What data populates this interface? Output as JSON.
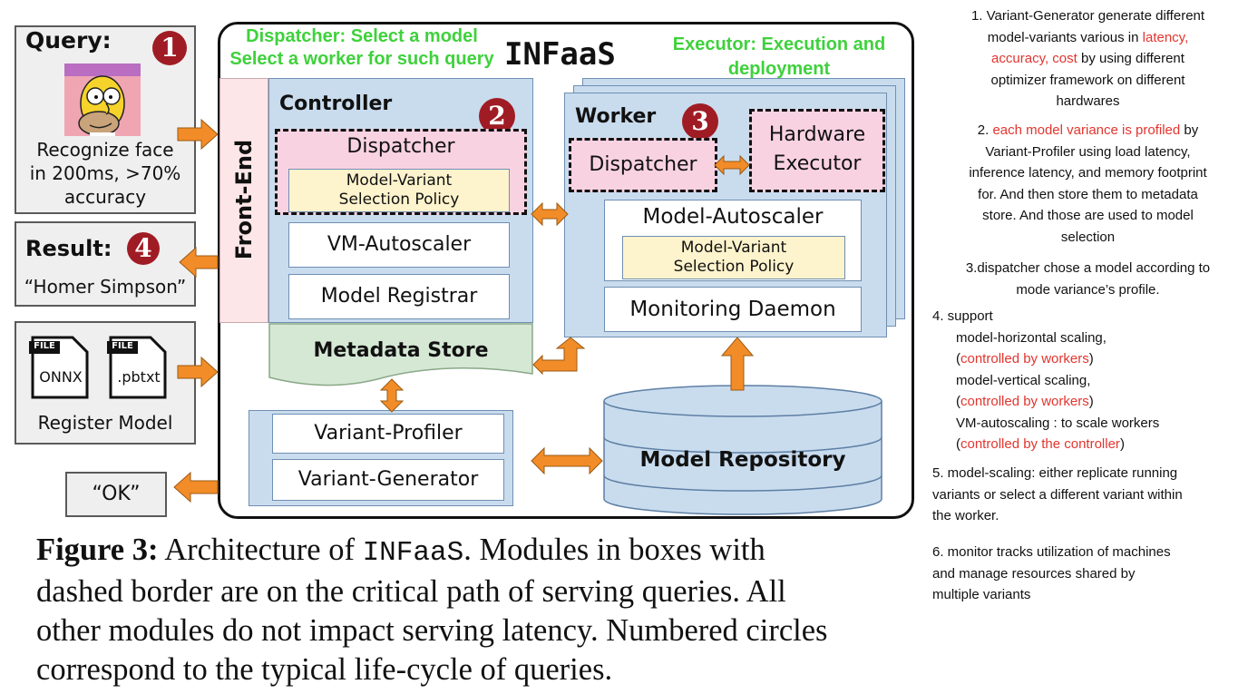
{
  "query": {
    "title": "Query:",
    "badge": "1",
    "text_lines": [
      "Recognize face",
      "in 200ms, >70%",
      "accuracy"
    ]
  },
  "result": {
    "title": "Result:",
    "badge": "4",
    "value": "“Homer Simpson”"
  },
  "register": {
    "file_tag": "FILE",
    "file1": "ONNX",
    "file2": ".pbtxt",
    "label": "Register Model"
  },
  "ok_box": "“OK”",
  "system": {
    "title": "INFaaS",
    "dispatcher_note_line1": "Dispatcher: Select a model",
    "dispatcher_note_line2": "Select a worker for such query",
    "executor_note_line1": "Executor: Execution and",
    "executor_note_line2": "deployment",
    "front_end": "Front-End"
  },
  "controller": {
    "title": "Controller",
    "badge": "2",
    "dispatcher": "Dispatcher",
    "policy_line1": "Model-Variant",
    "policy_line2": "Selection Policy",
    "vm_autoscaler": "VM-Autoscaler",
    "model_registrar": "Model Registrar"
  },
  "metadata_store": "Metadata Store",
  "worker": {
    "title": "Worker",
    "badge": "3",
    "dispatcher": "Dispatcher",
    "hw_line1": "Hardware",
    "hw_line2": "Executor",
    "autoscaler": "Model-Autoscaler",
    "policy_line1": "Model-Variant",
    "policy_line2": "Selection Policy",
    "monitor": "Monitoring Daemon"
  },
  "profiler": "Variant-Profiler",
  "generator": "Variant-Generator",
  "repository": "Model Repository",
  "caption": {
    "label": "Figure 3:",
    "line1_pre": " Architecture of ",
    "line1_code": "INFaaS",
    "line1_post": ". Modules in boxes with",
    "line2": "dashed border are on the critical path of serving queries. All",
    "line3": "other modules do not impact serving latency. Numbered circles",
    "line4": "correspond to the typical life-cycle of queries."
  },
  "notes": {
    "n1_l1": "1. Variant-Generator generate different",
    "n1_l2_pre": "model-variants  various in ",
    "n1_l2_red": "latency,",
    "n1_l3_red": "accuracy, cost",
    "n1_l3_post": "  by using different",
    "n1_l4": "optimizer framework on different",
    "n1_l5": "hardwares",
    "n2_l1_pre": "2. ",
    "n2_l1_red": "each model variance is profiled",
    "n2_l1_post": " by",
    "n2_l2": "Variant-Profiler using load latency,",
    "n2_l3": "inference latency, and memory footprint",
    "n2_l4": "for. And then store them to metadata",
    "n2_l5": "store. And those are used to model",
    "n2_l6": "selection",
    "n3_l1": "3.dispatcher chose a model according to",
    "n3_l2": "mode variance’s profile.",
    "n4_l1": "4. support",
    "n4_l2": "model-horizontal scaling,",
    "n4_l3": "controlled by workers",
    "n4_l4": "model-vertical scaling,",
    "n4_l5": "controlled by workers",
    "n4_l6": "VM-autoscaling : to scale workers",
    "n4_l7": "controlled by the controller",
    "n5_l1": "5. model-scaling: either replicate running",
    "n5_l2": "variants or select a different variant within",
    "n5_l3": "the worker.",
    "n6_l1": "6. monitor tracks utilization of machines",
    "n6_l2": "and manage resources shared by",
    "n6_l3": "multiple variants"
  },
  "colors": {
    "accent_red": "#e2352e",
    "note_green": "#3fd13c",
    "badge_red": "#a01c24",
    "arrow_orange": "#f28c28",
    "module_blue": "#c9dcee",
    "dispatcher_pink": "#f9d2e2",
    "policy_yellow": "#fdf3cc",
    "metadata_green": "#d5e8d4"
  }
}
